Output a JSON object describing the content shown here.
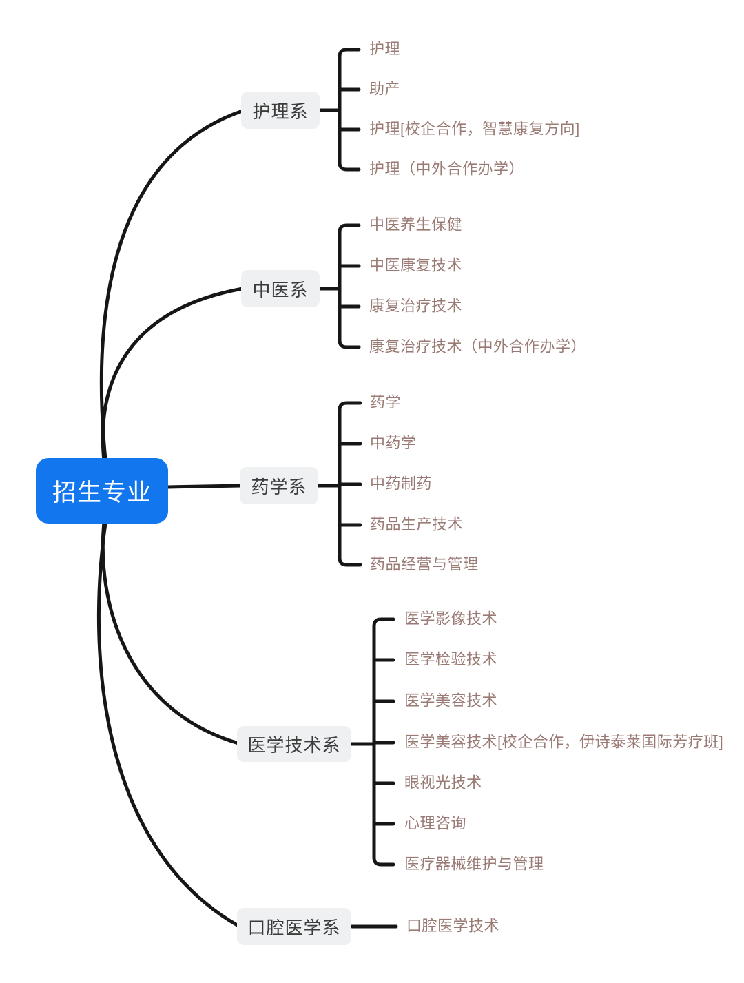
{
  "root": {
    "label": "招生专业"
  },
  "branches": [
    {
      "label": "护理系",
      "children": [
        "护理",
        "助产",
        "护理[校企合作，智慧康复方向]",
        "护理（中外合作办学）"
      ]
    },
    {
      "label": "中医系",
      "children": [
        "中医养生保健",
        "中医康复技术",
        "康复治疗技术",
        "康复治疗技术（中外合作办学）"
      ]
    },
    {
      "label": "药学系",
      "children": [
        "药学",
        "中药学",
        "中药制药",
        "药品生产技术",
        "药品经营与管理"
      ]
    },
    {
      "label": "医学技术系",
      "children": [
        "医学影像技术",
        "医学检验技术",
        "医学美容技术",
        "医学美容技术[校企合作，伊诗泰莱国际芳疗班]",
        "眼视光技术",
        "心理咨询",
        "医疗器械维护与管理"
      ]
    },
    {
      "label": "口腔医学系",
      "children": [
        "口腔医学技术"
      ]
    }
  ],
  "colors": {
    "canvas_bg": "#ffffff",
    "root_bg": "#1277ef",
    "root_text": "#ffffff",
    "branch_bg": "#eef0f2",
    "branch_text": "#3b3b3b",
    "leaf_text": "#9a7a74",
    "line": "#161616"
  }
}
